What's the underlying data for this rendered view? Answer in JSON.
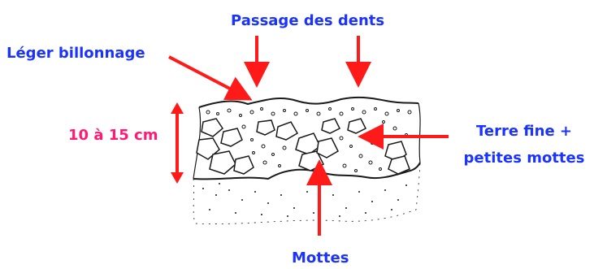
{
  "labels": {
    "passage": "Passage des dents",
    "leger": "Léger billonnage",
    "depth": "10 à 15 cm",
    "terre_line1": "Terre fine +",
    "terre_line2": "petites mottes",
    "mottes": "Mottes"
  },
  "colors": {
    "label_blue": "#1a33ff",
    "depth_pink": "#ff1a75",
    "arrow_red": "#ff1a1a",
    "ink": "#1a1a1a"
  }
}
